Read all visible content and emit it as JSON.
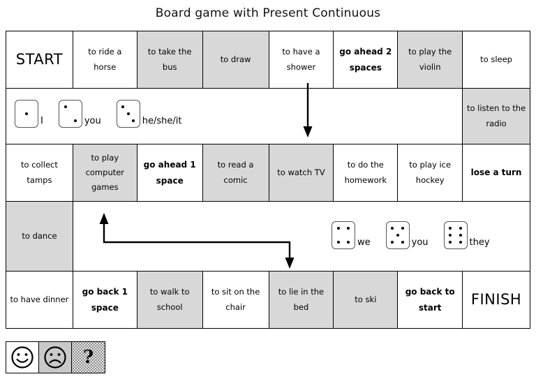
{
  "title": "Board game with Present Continuous",
  "board": {
    "row1": [
      {
        "text": "START",
        "shaded": false,
        "style": "big"
      },
      {
        "text": "to ride a horse",
        "shaded": false,
        "style": "normal"
      },
      {
        "text": "to take the bus",
        "shaded": true,
        "style": "normal"
      },
      {
        "text": "to draw",
        "shaded": true,
        "style": "normal"
      },
      {
        "text": "to have a shower",
        "shaded": false,
        "style": "normal"
      },
      {
        "text": "go ahead 2 spaces",
        "shaded": false,
        "style": "bold"
      },
      {
        "text": "to play the violin",
        "shaded": true,
        "style": "normal"
      },
      {
        "text": "to sleep",
        "shaded": false,
        "style": "normal"
      }
    ],
    "row3": [
      {
        "text": "to collect tamps",
        "shaded": false,
        "style": "normal"
      },
      {
        "text": "to play computer games",
        "shaded": true,
        "style": "normal"
      },
      {
        "text": "go ahead 1 space",
        "shaded": false,
        "style": "bold"
      },
      {
        "text": "to read a comic",
        "shaded": true,
        "style": "normal"
      },
      {
        "text": "to watch TV",
        "shaded": true,
        "style": "normal"
      },
      {
        "text": "to do the homework",
        "shaded": false,
        "style": "normal"
      },
      {
        "text": "to play ice hockey",
        "shaded": false,
        "style": "normal"
      },
      {
        "text": "lose a turn",
        "shaded": false,
        "style": "bold"
      }
    ],
    "row5": [
      {
        "text": "to have dinner",
        "shaded": false,
        "style": "normal"
      },
      {
        "text": "go back 1 space",
        "shaded": false,
        "style": "bold"
      },
      {
        "text": "to walk to school",
        "shaded": true,
        "style": "normal"
      },
      {
        "text": "to sit on the chair",
        "shaded": false,
        "style": "normal"
      },
      {
        "text": "to lie in the bed",
        "shaded": true,
        "style": "normal"
      },
      {
        "text": "to ski",
        "shaded": true,
        "style": "normal"
      },
      {
        "text": "go back to start",
        "shaded": false,
        "style": "bold"
      },
      {
        "text": "FINISH",
        "shaded": false,
        "style": "big"
      }
    ],
    "radio_cell": {
      "text": "to listen to the radio",
      "shaded": true
    },
    "dance_cell": {
      "text": "to dance",
      "shaded": true
    }
  },
  "dice_top": [
    {
      "value": 1,
      "label": "I"
    },
    {
      "value": 2,
      "label": "you"
    },
    {
      "value": 3,
      "label": "he/she/it"
    }
  ],
  "dice_bottom": [
    {
      "value": 4,
      "label": "we"
    },
    {
      "value": 5,
      "label": "you"
    },
    {
      "value": 6,
      "label": "they"
    }
  ],
  "legend": [
    {
      "icon": "smiley-face-icon",
      "fill": "white"
    },
    {
      "icon": "sad-face-icon",
      "fill": "gray"
    },
    {
      "icon": "question-mark-icon",
      "fill": "dotted",
      "text": "?"
    }
  ],
  "colors": {
    "shaded_cell": "#d8d8d8",
    "border": "#000000",
    "legend_gray": "#c9c9c9"
  }
}
